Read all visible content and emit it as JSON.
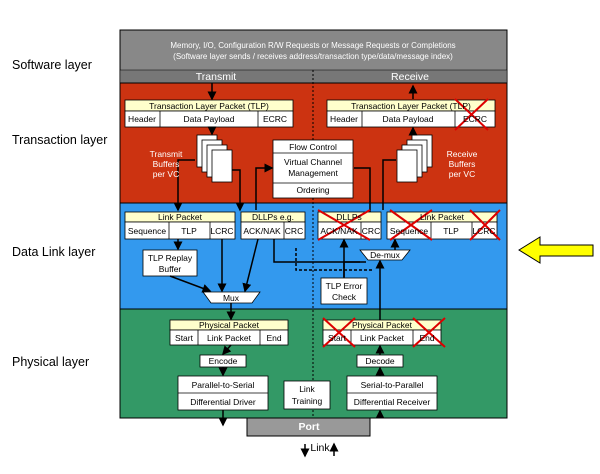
{
  "layers": {
    "software": "Software layer",
    "transaction": "Transaction layer",
    "datalink": "Data Link layer",
    "physical": "Physical layer"
  },
  "software_box": {
    "line1": "Memory, I/O, Configuration R/W Requests or Message Requests or Completions",
    "line2": "(Software layer sends / receives address/transaction type/data/message index)"
  },
  "headers": {
    "transmit": "Transmit",
    "receive": "Receive"
  },
  "tlp": {
    "title": "Transaction Layer Packet (TLP)",
    "fields": [
      "Header",
      "Data Payload",
      "ECRC"
    ]
  },
  "transmit_buffers": {
    "line1": "Transmit",
    "line2": "Buffers",
    "line3": "per VC"
  },
  "receive_buffers": {
    "line1": "Receive",
    "line2": "Buffers",
    "line3": "per VC"
  },
  "center_block": {
    "flow_control": "Flow Control",
    "vc_line1": "Virtual Channel",
    "vc_line2": "Management",
    "ordering": "Ordering"
  },
  "link_packet": {
    "title": "Link Packet",
    "fields": [
      "Sequence",
      "TLP",
      "LCRC"
    ]
  },
  "dllps_tx": {
    "title": "DLLPs e.g.",
    "fields": [
      "ACK/NAK",
      "CRC"
    ]
  },
  "dllps_rx": {
    "title": "DLLPs",
    "fields": [
      "ACK/NAK",
      "CRC"
    ]
  },
  "replay_buffer": {
    "line1": "TLP Replay",
    "line2": "Buffer"
  },
  "mux": "Mux",
  "demux": "De-mux",
  "tlp_error_check": {
    "line1": "TLP Error",
    "line2": "Check"
  },
  "physical_packet": {
    "title": "Physical Packet",
    "fields": [
      "Start",
      "Link Packet",
      "End"
    ]
  },
  "encode": "Encode",
  "decode": "Decode",
  "tx_phy": {
    "p2s": "Parallel-to-Serial",
    "driver": "Differential Driver"
  },
  "rx_phy": {
    "s2p": "Serial-to-Parallel",
    "receiver": "Differential Receiver"
  },
  "link_training": {
    "line1": "Link",
    "line2": "Training"
  },
  "port": "Port",
  "link": "Link",
  "colors": {
    "software_gray": "#888888",
    "transaction_red": "#CC3311",
    "datalink_blue": "#3399EE",
    "physical_green": "#339966",
    "packet_title_yellow": "#FFFFCC",
    "arrow_yellow": "#FFFF00",
    "cross_red": "#DD0000"
  }
}
